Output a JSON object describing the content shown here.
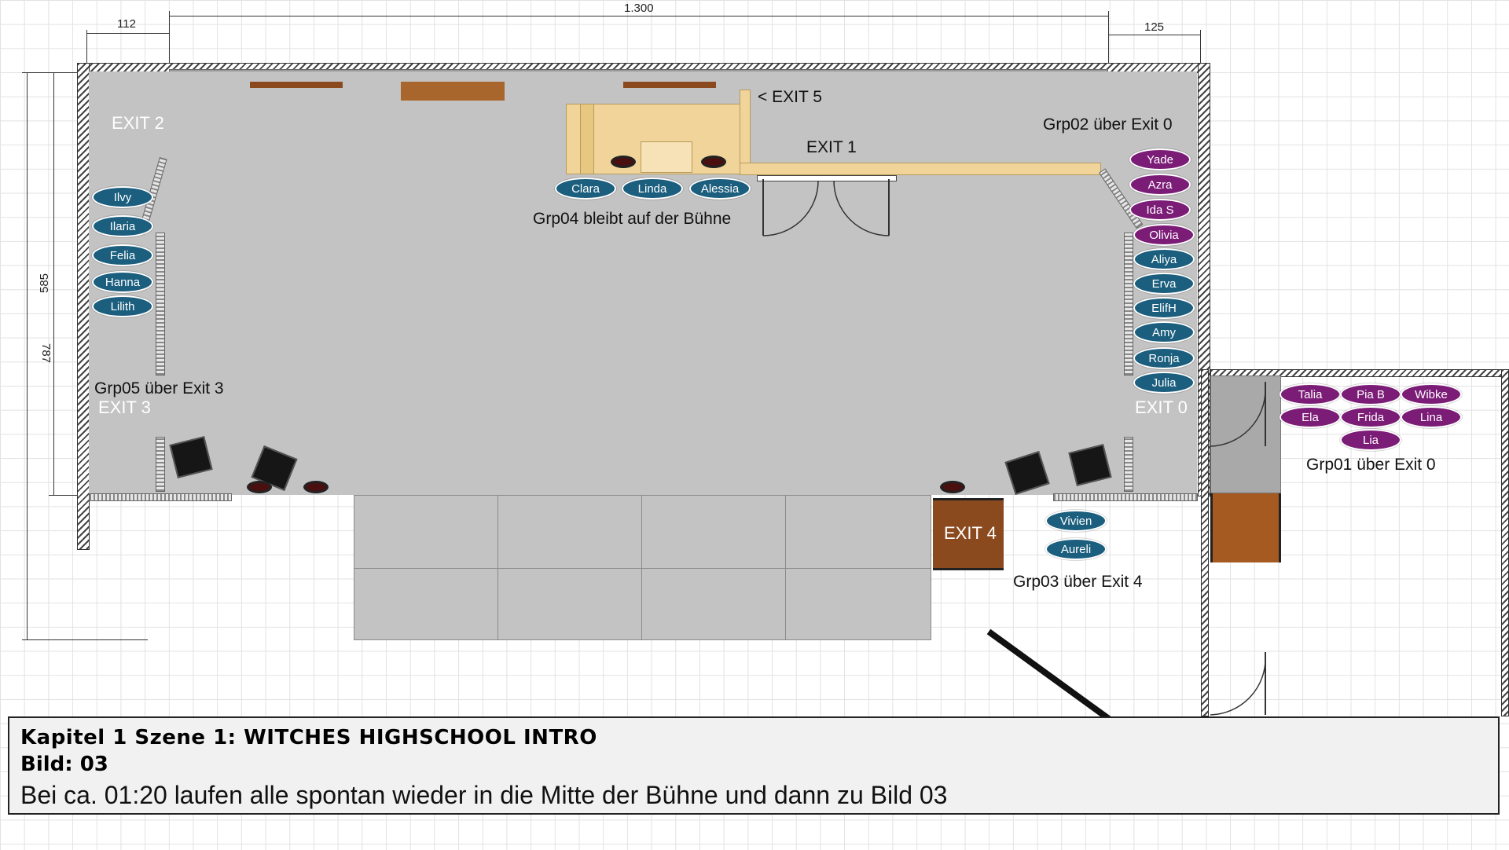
{
  "dimensions": {
    "top_total": "1.300",
    "top_left": "112",
    "top_right": "125",
    "left_inner": "585",
    "left_outer": "787"
  },
  "exits": {
    "exit2": "EXIT 2",
    "exit3": "EXIT 3",
    "exit0": "EXIT 0",
    "exit1": "EXIT 1",
    "exit5": "< EXIT 5",
    "exit4": "EXIT 4"
  },
  "groups": {
    "grp01": {
      "label": "Grp01 über Exit 0",
      "members": [
        "Talia",
        "Pia B",
        "Wibke",
        "Ela",
        "Frida",
        "Lina",
        "Lia"
      ]
    },
    "grp02": {
      "label": "Grp02 über Exit 0",
      "members": [
        "Yade",
        "Azra",
        "Ida S",
        "Olivia",
        "Aliya",
        "Erva",
        "ElifH",
        "Amy",
        "Ronja",
        "Julia"
      ]
    },
    "grp03": {
      "label": "Grp03 über Exit 4",
      "members": [
        "Vivien",
        "Aureli"
      ]
    },
    "grp04": {
      "label": "Grp04 bleibt auf der Bühne",
      "members": [
        "Clara",
        "Linda",
        "Alessia"
      ]
    },
    "grp05": {
      "label": "Grp05 über Exit 3",
      "members": [
        "Ilvy",
        "Ilaria",
        "Felia",
        "Hanna",
        "Lilith"
      ]
    }
  },
  "colors": {
    "blue_group": "#1b5e7e",
    "purple_group": "#7b1c77",
    "stage": "#c3c3c3",
    "exit4_door": "#8b4a1e"
  },
  "caption": {
    "title": "Kapitel 1 Szene 1: WITCHES HIGHSCHOOL INTRO",
    "bild": "Bild: 03",
    "description": "Bei ca. 01:20 laufen alle spontan wieder in die Mitte der Bühne und dann zu Bild 03"
  }
}
